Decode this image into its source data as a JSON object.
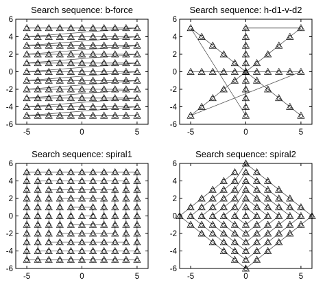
{
  "chart_data": [
    {
      "type": "scatter",
      "title": "Search sequence: b-force",
      "xlim": [
        -6,
        6
      ],
      "ylim": [
        -6,
        6
      ],
      "xticks": [
        -5,
        0,
        5
      ],
      "yticks": [
        -6,
        -4,
        -2,
        0,
        2,
        4,
        6
      ],
      "grid": false,
      "pattern": "raster rows y=5..-5, x=-5..5 each row",
      "markers": [
        "triangle",
        "circle"
      ]
    },
    {
      "type": "scatter",
      "title": "Search sequence: h-d1-v-d2",
      "xlim": [
        -6,
        6
      ],
      "ylim": [
        -6,
        6
      ],
      "xticks": [
        -5,
        0,
        5
      ],
      "yticks": [
        -6,
        -4,
        -2,
        0,
        2,
        4,
        6
      ],
      "grid": false,
      "pattern": "horizontal y=0, diagonal y=x, vertical x=0, diagonal y=-x",
      "markers": [
        "triangle",
        "circle"
      ]
    },
    {
      "type": "scatter",
      "title": "Search sequence: spiral1",
      "xlim": [
        -6,
        6
      ],
      "ylim": [
        -6,
        6
      ],
      "xticks": [
        -5,
        0,
        5
      ],
      "yticks": [
        -6,
        -4,
        -2,
        0,
        2,
        4,
        6
      ],
      "grid": false,
      "pattern": "square spiral from center outward over x,y in [-5,5]",
      "markers": [
        "triangle",
        "circle"
      ]
    },
    {
      "type": "scatter",
      "title": "Search sequence: spiral2",
      "xlim": [
        -6,
        6
      ],
      "ylim": [
        -6,
        6
      ],
      "xticks": [
        -5,
        0,
        5
      ],
      "yticks": [
        -6,
        -4,
        -2,
        0,
        2,
        4,
        6
      ],
      "grid": false,
      "pattern": "diamond rings |x|+|y|=r for r=1..6",
      "markers": [
        "triangle",
        "circle"
      ]
    }
  ]
}
